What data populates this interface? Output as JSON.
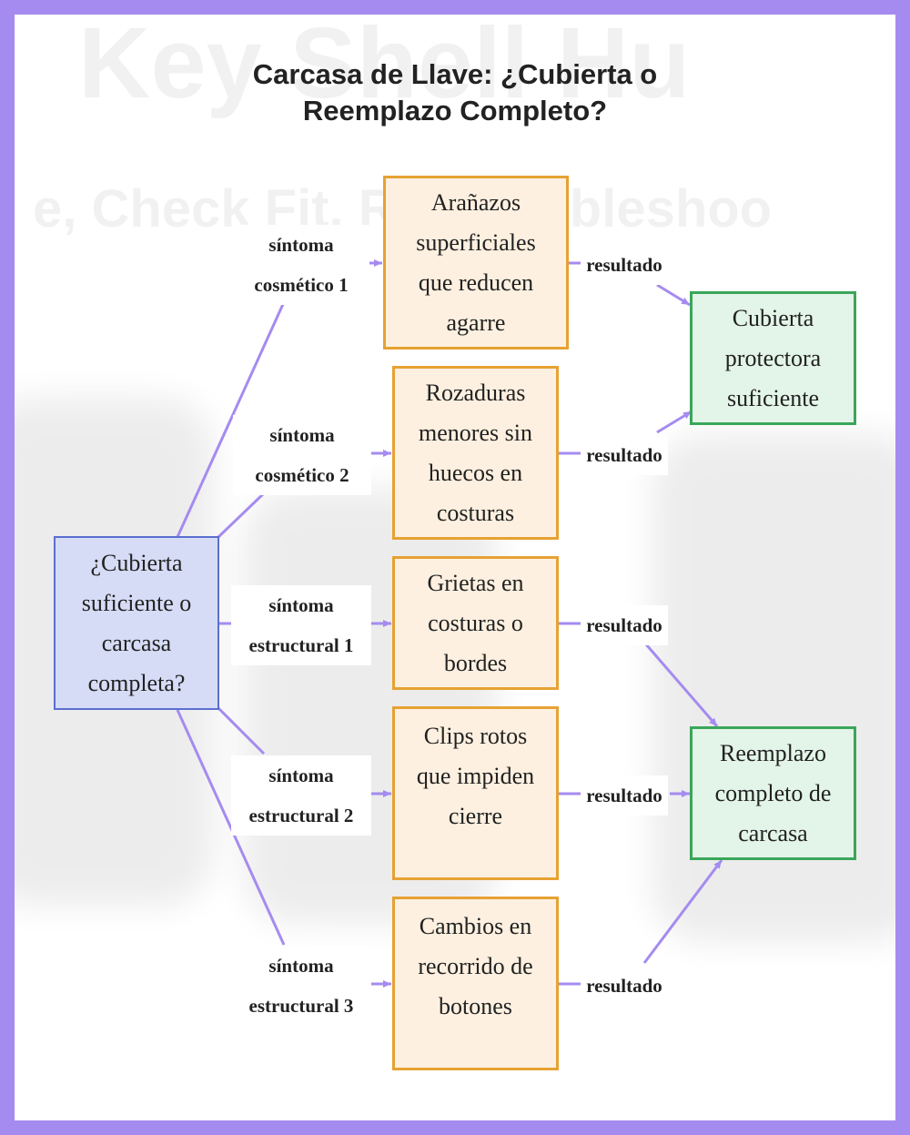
{
  "title": {
    "line1": "Carcasa de Llave: ¿Cubierta o",
    "line2": "Reemplazo Completo?"
  },
  "colors": {
    "frame": "#a58bf0",
    "edge": "#a58bf0",
    "root_fill": "#d6dcf6",
    "root_border": "#5b6fd0",
    "symptom_fill": "#fdf0e0",
    "symptom_border": "#e6a233",
    "result_fill": "#e3f4e8",
    "result_border": "#3aa65a"
  },
  "nodes": {
    "root": {
      "lines": [
        "¿Cubierta",
        "suficiente o",
        "carcasa",
        "completa?"
      ]
    },
    "symptoms": [
      {
        "lines": [
          "Arañazos",
          "superficiales",
          "que reducen",
          "agarre"
        ]
      },
      {
        "lines": [
          "Rozaduras",
          "menores sin",
          "huecos en",
          "costuras"
        ]
      },
      {
        "lines": [
          "Grietas en",
          "costuras o",
          "bordes"
        ]
      },
      {
        "lines": [
          "Clips rotos",
          "que impiden",
          "cierre"
        ]
      },
      {
        "lines": [
          "Cambios en",
          "recorrido de",
          "botones"
        ]
      }
    ],
    "results": [
      {
        "lines": [
          "Cubierta",
          "protectora",
          "suficiente"
        ]
      },
      {
        "lines": [
          "Reemplazo",
          "completo de",
          "carcasa"
        ]
      }
    ]
  },
  "edge_labels": {
    "symptom": [
      {
        "line1": "síntoma",
        "line2": "cosmético 1"
      },
      {
        "line1": "síntoma",
        "line2": "cosmético 2"
      },
      {
        "line1": "síntoma",
        "line2": "estructural 1"
      },
      {
        "line1": "síntoma",
        "line2": "estructural 2"
      },
      {
        "line1": "síntoma",
        "line2": "estructural 3"
      }
    ],
    "result": [
      "resultado",
      "resultado",
      "resultado",
      "resultado",
      "resultado"
    ]
  },
  "background_text": {
    "line1": "Key Shell Hu",
    "line2": "e, Check Fit, R... Troubleshoo"
  }
}
